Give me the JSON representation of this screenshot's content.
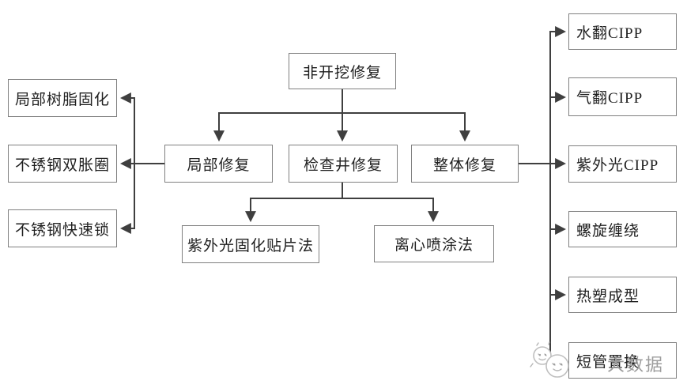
{
  "diagram": {
    "root": {
      "label": "非开挖修复"
    },
    "branches": [
      {
        "label": "局部修复"
      },
      {
        "label": "检查井修复"
      },
      {
        "label": "整体修复"
      }
    ],
    "local_methods": [
      "局部树脂固化",
      "不锈钢双胀圈",
      "不锈钢快速锁"
    ],
    "manhole_methods": [
      "紫外光固化贴片法",
      "离心喷涂法"
    ],
    "overall_methods": [
      "水翻CIPP",
      "气翻CIPP",
      "紫外光CIPP",
      "螺旋缠绕",
      "热塑成型",
      "短管置换"
    ],
    "watermark": {
      "text": "大数据",
      "icon": "emoji-faces-icon"
    },
    "colors": {
      "line": "#3f3f3f",
      "box_border": "#808080",
      "text": "#1f1f1f",
      "watermark_text": "#9d9d9d",
      "background": "#ffffff"
    }
  }
}
